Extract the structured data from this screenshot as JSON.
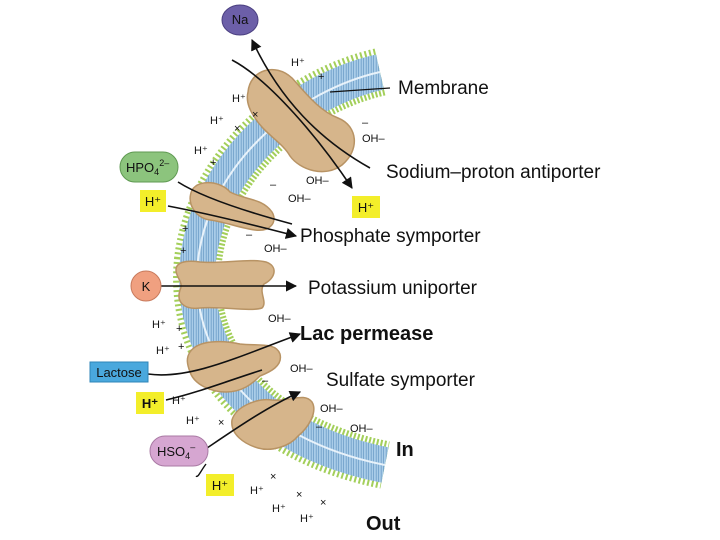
{
  "labels": {
    "membrane": "Membrane",
    "sodium_proton_antiporter": "Sodium–proton antiporter",
    "phosphate_symporter": "Phosphate symporter",
    "potassium_uniporter": "Potassium uniporter",
    "lac_permease": "Lac permease",
    "sulfate_symporter": "Sulfate symporter",
    "in": "In",
    "out": "Out"
  },
  "substrates": {
    "na": "Na",
    "hpo4": "HPO",
    "hpo4_sub": "4",
    "hpo4_sup": "2–",
    "k": "K",
    "lactose": "Lactose",
    "hso4": "HSO",
    "hso4_sub": "4",
    "hso4_sup": "–",
    "h_plus": "H⁺",
    "plus": "+"
  },
  "ions": {
    "h": "H⁺",
    "oh": "OH–",
    "plus": "+",
    "minus": "–",
    "x": "×"
  },
  "colors": {
    "membrane_core": "#a9cce8",
    "membrane_head": "#a3cf5a",
    "protein": "#d6b58b",
    "protein_dark": "#b89364",
    "na_ball": "#6c5fa8",
    "hpo4_ball": "#8cc47d",
    "k_ball": "#f0a080",
    "lactose_box": "#4aa8dd",
    "hso4_ball": "#d6a6d1",
    "h_box": "#f3ee2a"
  }
}
